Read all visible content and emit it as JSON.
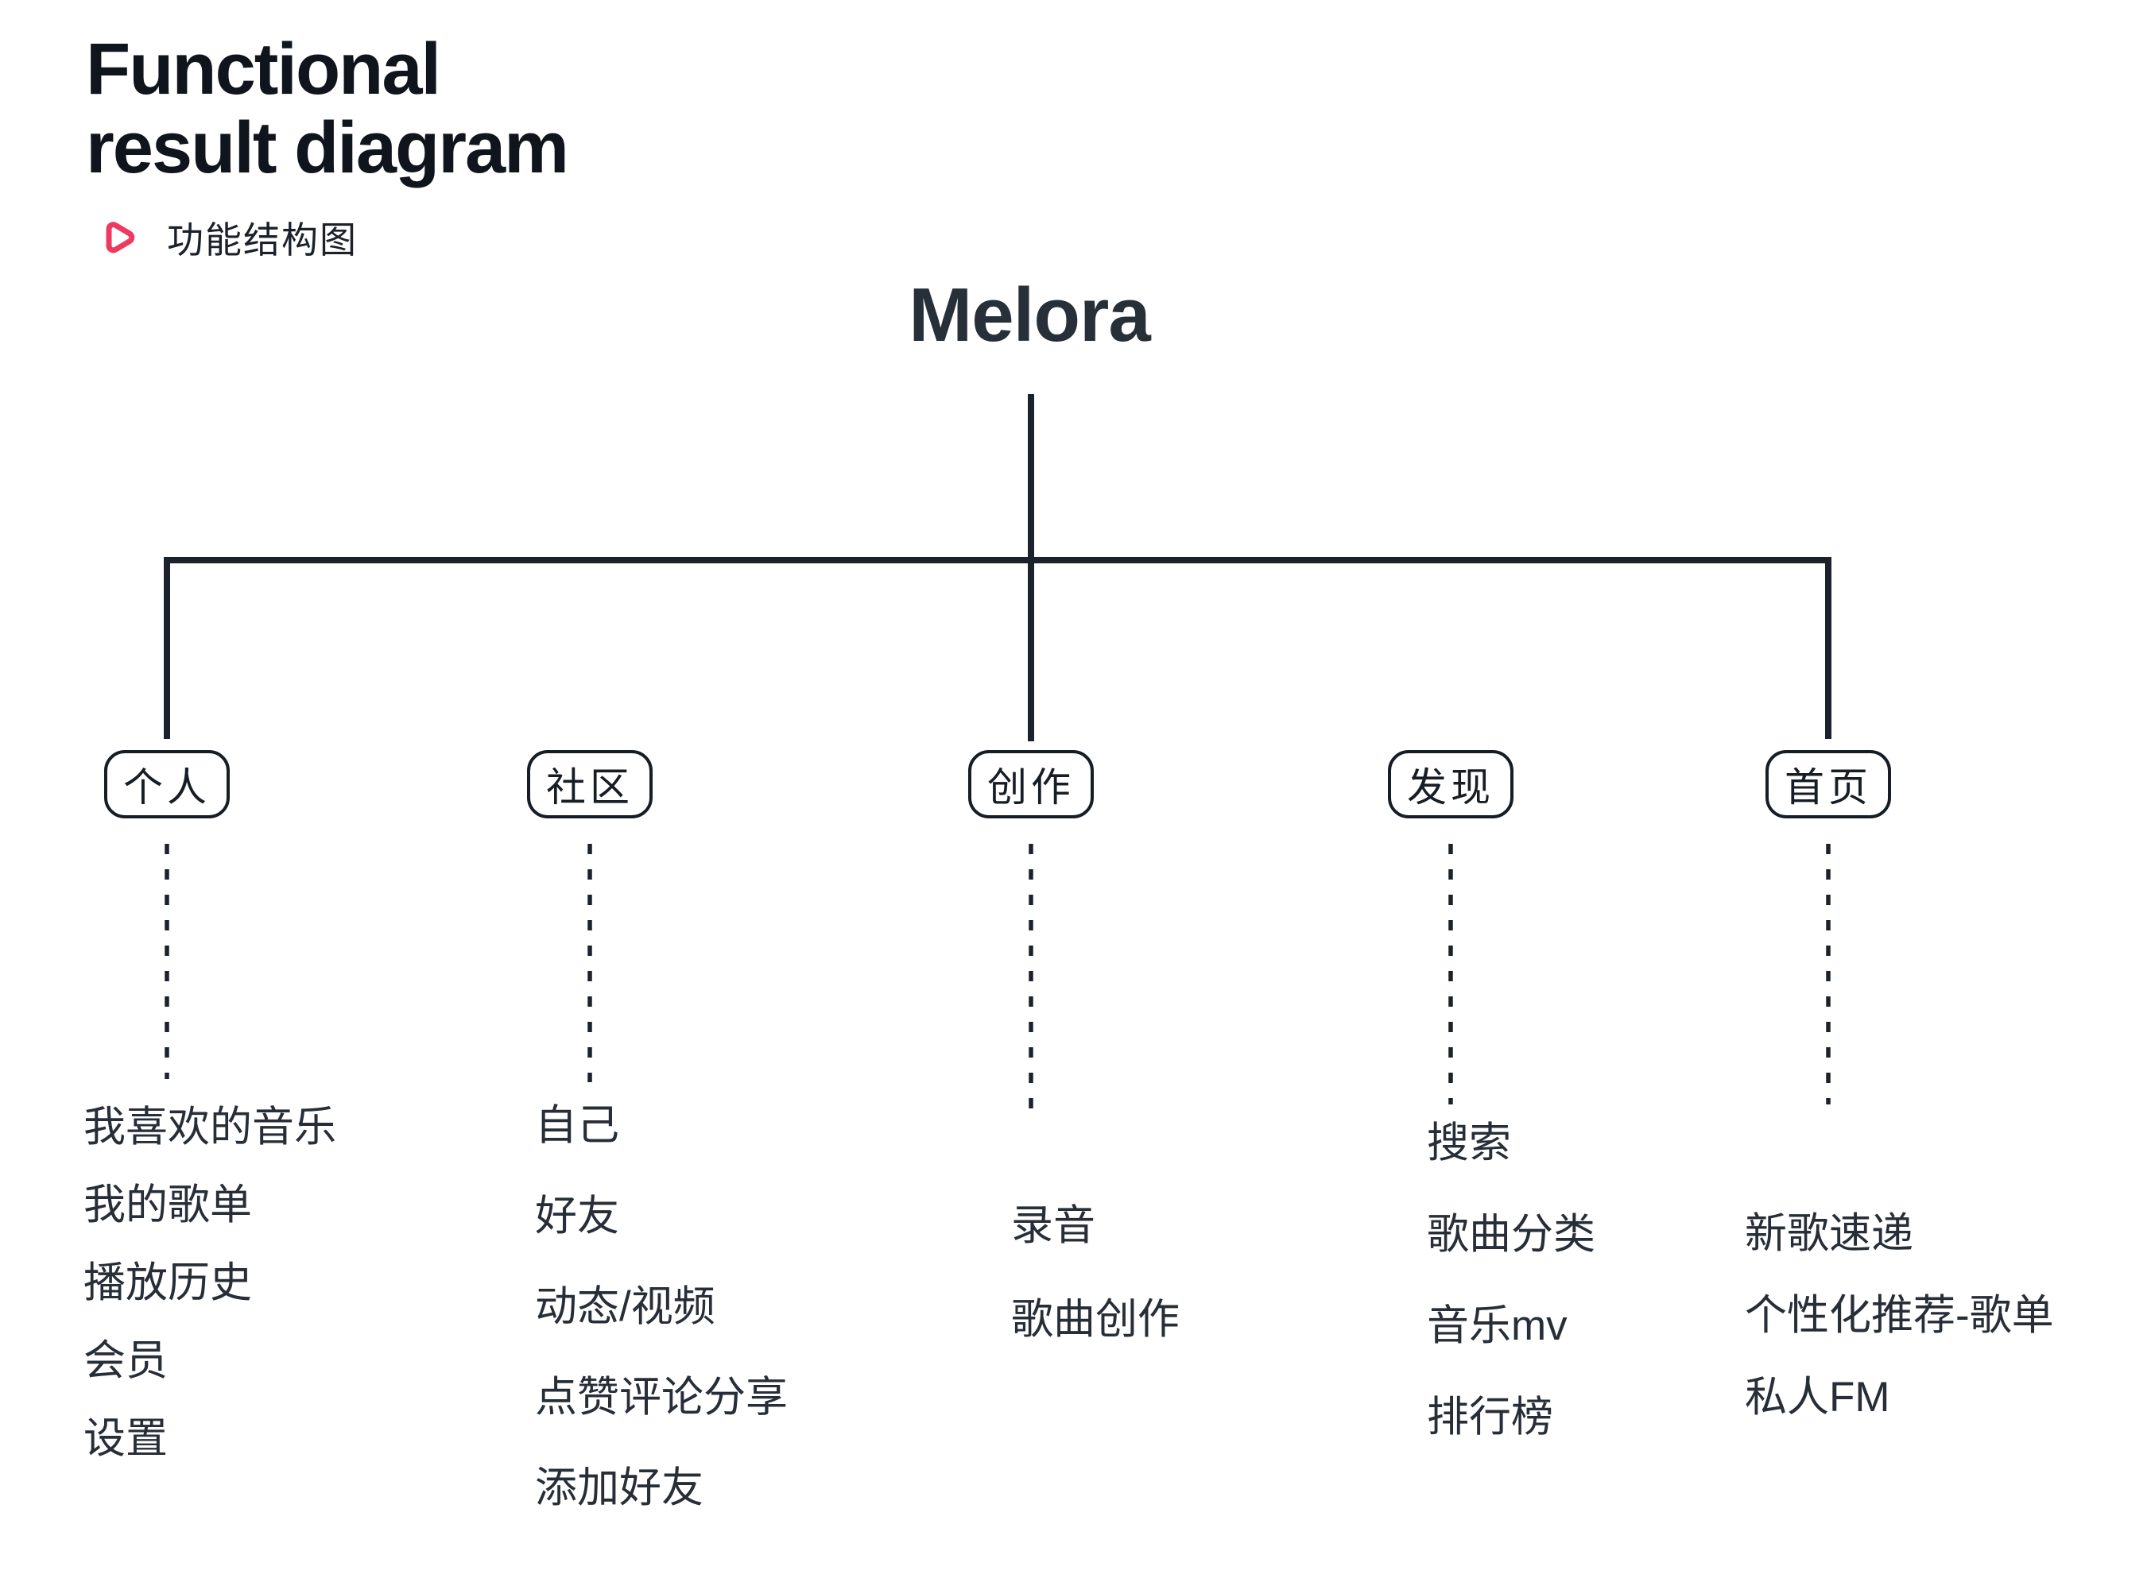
{
  "header": {
    "title_line1": "Functional",
    "title_line2": "result diagram",
    "subtitle": "功能结构图"
  },
  "diagram": {
    "root": {
      "label": "Melora"
    },
    "branches": [
      {
        "id": "personal",
        "label": "个人",
        "items": [
          "我喜欢的音乐",
          "我的歌单",
          "播放历史",
          "会员",
          "设置"
        ]
      },
      {
        "id": "community",
        "label": "社区",
        "items": [
          "自己",
          "好友",
          "动态/视频",
          "点赞评论分享",
          "添加好友"
        ]
      },
      {
        "id": "creation",
        "label": "创作",
        "items": [
          "录音",
          "歌曲创作"
        ]
      },
      {
        "id": "discover",
        "label": "发现",
        "items": [
          "搜索",
          "歌曲分类",
          "音乐mv",
          "排行榜"
        ]
      },
      {
        "id": "home",
        "label": "首页",
        "items": [
          "新歌速递",
          "个性化推荐-歌单",
          "私人FM"
        ]
      }
    ]
  },
  "colors": {
    "accent_pink": "#ee3a60",
    "line_ink": "#1c222b",
    "title_ink": "#10151d",
    "root_ink": "#273039",
    "list_ink": "#272e38"
  }
}
